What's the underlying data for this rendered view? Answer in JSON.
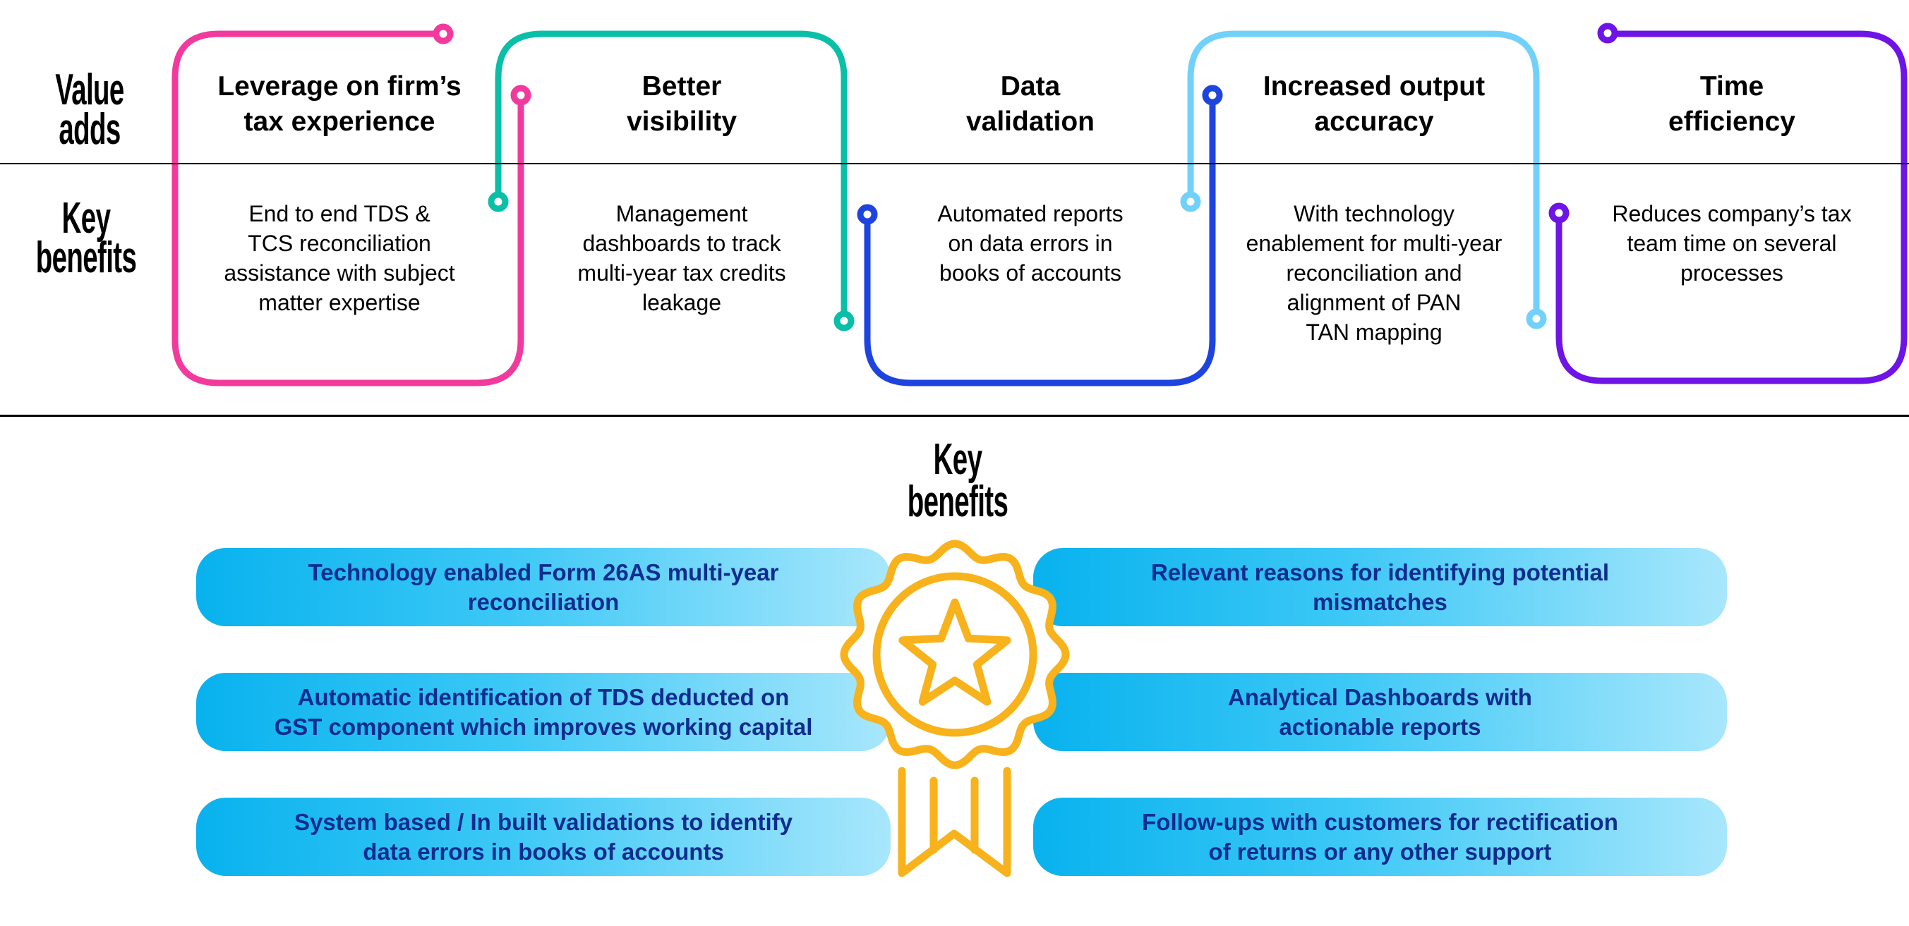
{
  "row_labels": {
    "value_adds": [
      "Value",
      "adds"
    ],
    "key_benefits": [
      "Key",
      "benefits"
    ]
  },
  "columns": [
    {
      "title": [
        "Leverage on firm’s",
        "tax experience"
      ],
      "body": [
        "End to end TDS &",
        "TCS reconciliation",
        "assistance with subject",
        "matter expertise"
      ],
      "color": "#F23A9E"
    },
    {
      "title": [
        "Better",
        "visibility"
      ],
      "body": [
        "Management",
        "dashboards to track",
        "multi-year tax credits",
        "leakage"
      ],
      "color": "#0ABFA8"
    },
    {
      "title": [
        "Data",
        "validation"
      ],
      "body": [
        "Automated reports",
        "on data errors in",
        "books of accounts"
      ],
      "color": "#1E44E0"
    },
    {
      "title": [
        "Increased output",
        "accuracy"
      ],
      "body": [
        "With technology",
        "enablement for multi-year",
        "reconciliation and",
        "alignment of PAN",
        "TAN mapping"
      ],
      "color": "#72D1FA"
    },
    {
      "title": [
        "Time",
        "efficiency"
      ],
      "body": [
        "Reduces company’s tax",
        "team time on several",
        "processes"
      ],
      "color": "#6E14E6"
    }
  ],
  "key_benefits_section": {
    "title": [
      "Key",
      "benefits"
    ],
    "icon": "award-medal-star-icon",
    "icon_color": "#F7B21C",
    "left": [
      [
        "Technology enabled Form 26AS multi-year",
        "reconciliation"
      ],
      [
        "Automatic identification of TDS deducted on",
        "GST component which improves working capital"
      ],
      [
        "System based / In built validations to identify",
        "data errors in books of accounts"
      ]
    ],
    "right": [
      [
        "Relevant reasons for identifying potential",
        "mismatches"
      ],
      [
        "Analytical Dashboards with",
        "actionable reports"
      ],
      [
        "Follow-ups with customers for rectification",
        "of returns or any other support"
      ]
    ],
    "pill_gradient": [
      "#08B2EE",
      "#A8E7FC"
    ],
    "pill_text_color": "#0F2D8F"
  }
}
